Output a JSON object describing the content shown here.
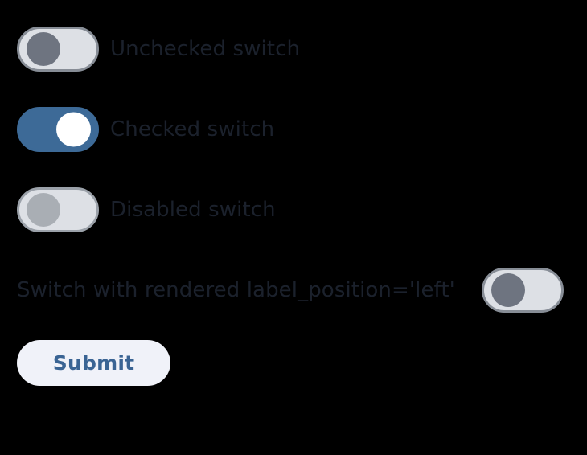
{
  "form": {
    "switches": [
      {
        "id": "unchecked-switch",
        "label": "Unchecked switch",
        "state": "off",
        "checked": false,
        "disabled": false,
        "label_position": "right"
      },
      {
        "id": "checked-switch",
        "label": "Checked switch",
        "state": "on",
        "checked": true,
        "disabled": false,
        "label_position": "right"
      },
      {
        "id": "disabled-switch",
        "label": "Disabled switch",
        "state": "disabled",
        "checked": false,
        "disabled": true,
        "label_position": "right"
      },
      {
        "id": "label-left-switch",
        "label": "Switch with rendered label_position='left'",
        "state": "off",
        "checked": false,
        "disabled": false,
        "label_position": "left"
      }
    ],
    "submit_label": "Submit"
  },
  "colors": {
    "background": "#000000",
    "track_off": "#dde0e5",
    "track_off_border": "#878d96",
    "track_on": "#3d6a97",
    "track_disabled_border": "#9ba1a9",
    "knob_off": "#6e7480",
    "knob_disabled": "#a9aeb4",
    "knob_on": "#ffffff",
    "label_text": "#1b212c",
    "submit_background": "#f0f2f9",
    "submit_text": "#3a6494"
  }
}
